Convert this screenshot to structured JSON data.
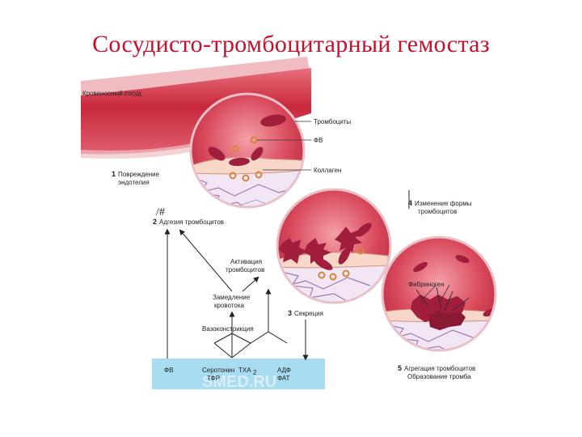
{
  "title": "Сосудисто-тромбоцитарный гемостаз",
  "labels": {
    "vessel": "Кровеносный сосуд",
    "platelets": "Тромбоциты",
    "vwf": "ФВ",
    "collagen": "Коллаген",
    "step1_num": "1",
    "step1_a": "Повреждение",
    "step1_b": "эндотелия",
    "mark": "/#",
    "step2_num": "2",
    "step2": "Адгезия тромбоцитов",
    "activation_a": "Активация",
    "activation_b": "тромбоцитов",
    "slowing_a": "Замедление",
    "slowing_b": "кровотока",
    "vasoconstriction": "Вазоконстрикция",
    "step3_num": "3",
    "step3": "Секреция",
    "step4_num": "4",
    "step4_a": "Изменение формы",
    "step4_b": "тромбоцитов",
    "fibrinogen": "Фибриноген",
    "step5_num": "5",
    "step5_a": "Агрегация тромбоцитов",
    "step5_b": "Образование тромба",
    "watermark": "SMED.RU"
  },
  "secretion_box": {
    "fv": "ФВ",
    "serotonin": "Серотонин",
    "tfr": "ТФР",
    "txa": "ТХА",
    "txa_sub": "2",
    "adp": "АДФ",
    "fat": "ФАТ"
  },
  "colors": {
    "title": "#c8102e",
    "vessel": "#c8283c",
    "platelet": "#a01e3c",
    "secretion_box": "#a8dcf0"
  }
}
